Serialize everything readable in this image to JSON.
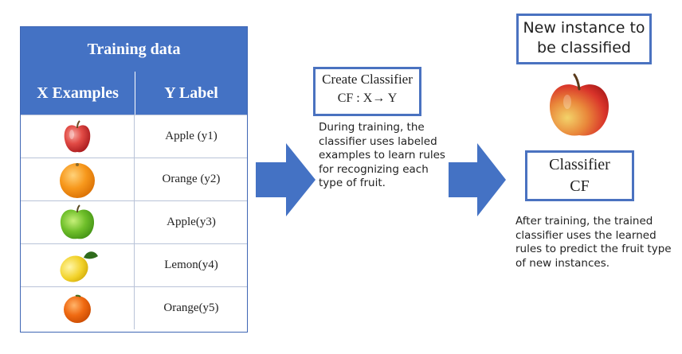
{
  "training_table": {
    "title": "Training data",
    "col_x": "X Examples",
    "col_y": "Y Label",
    "rows": [
      {
        "fruit": "apple-icon",
        "label": "Apple (y1)"
      },
      {
        "fruit": "orange-icon",
        "label": "Orange (y2)"
      },
      {
        "fruit": "green-apple-icon",
        "label": "Apple(y3)"
      },
      {
        "fruit": "lemon-icon",
        "label": "Lemon(y4)"
      },
      {
        "fruit": "orange-icon",
        "label": "Orange(y5)"
      }
    ]
  },
  "create_classifier": {
    "title": "Create Classifier",
    "formula": "CF : X→ Y",
    "caption": "During training, the classifier uses labeled examples to learn rules for recognizing each type of fruit."
  },
  "new_instance": {
    "title": "New instance to be classified",
    "fruit": "apple-icon"
  },
  "classifier": {
    "line1": "Classifier",
    "line2": "CF",
    "caption": "After training, the trained classifier uses the learned rules to predict the fruit type of new instances."
  },
  "colors": {
    "table_header": "#4472c4",
    "arrow": "#4472c4",
    "box_border": "#4a72c0"
  }
}
